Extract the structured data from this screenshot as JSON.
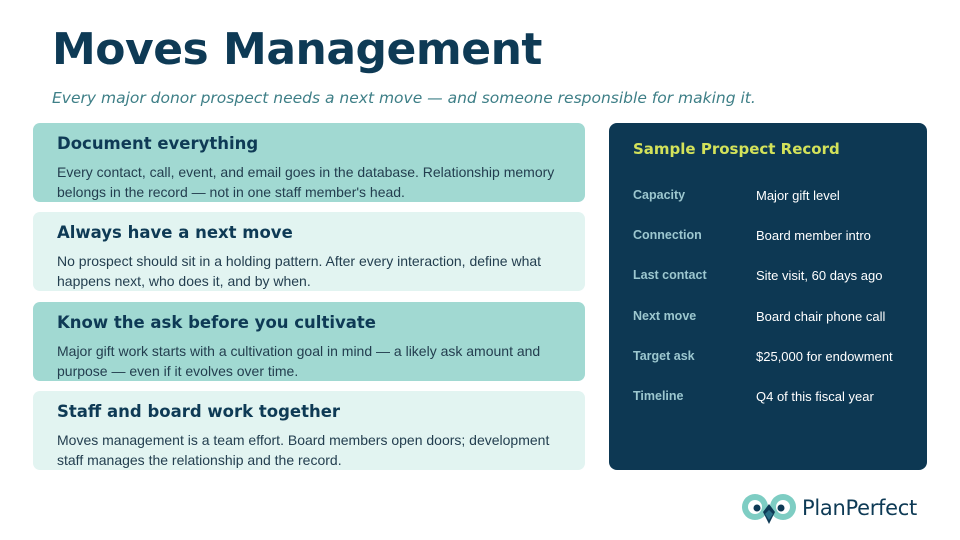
{
  "slide": {
    "title": "Moves Management",
    "subtitle": "Every major donor prospect needs a next move — and someone responsible for making it."
  },
  "principles": [
    {
      "title": "Document everything",
      "body": "Every contact, call, event, and email goes in the database. Relationship memory belongs in the record — not in one staff member's head."
    },
    {
      "title": "Always have a next move",
      "body": "No prospect should sit in a holding pattern. After every interaction, define what happens next, who does it, and by when."
    },
    {
      "title": "Know the ask before you cultivate",
      "body": "Major gift work starts with a cultivation goal in mind — a likely ask amount and purpose — even if it evolves over time."
    },
    {
      "title": "Staff and board work together",
      "body": "Moves management is a team effort. Board members open doors; development staff manages the relationship and the record."
    }
  ],
  "prospect_record": {
    "title": "Sample Prospect Record",
    "rows": [
      {
        "label": "Capacity",
        "value": "Major gift level"
      },
      {
        "label": "Connection",
        "value": "Board member intro"
      },
      {
        "label": "Last contact",
        "value": "Site visit, 60 days ago"
      },
      {
        "label": "Next move",
        "value": "Board chair phone call"
      },
      {
        "label": "Target ask",
        "value": "$25,000 for endowment"
      },
      {
        "label": "Timeline",
        "value": "Q4 of this fiscal year"
      }
    ]
  },
  "logo": {
    "text": "PlanPerfect",
    "icon": "owl-icon"
  },
  "colors": {
    "navy": "#0e3a55",
    "teal_card": "#a1d9d2",
    "light_card": "#e2f4f1",
    "panel": "#0d3853",
    "panel_title": "#d3e25a",
    "subtitle": "#3e7f87"
  }
}
